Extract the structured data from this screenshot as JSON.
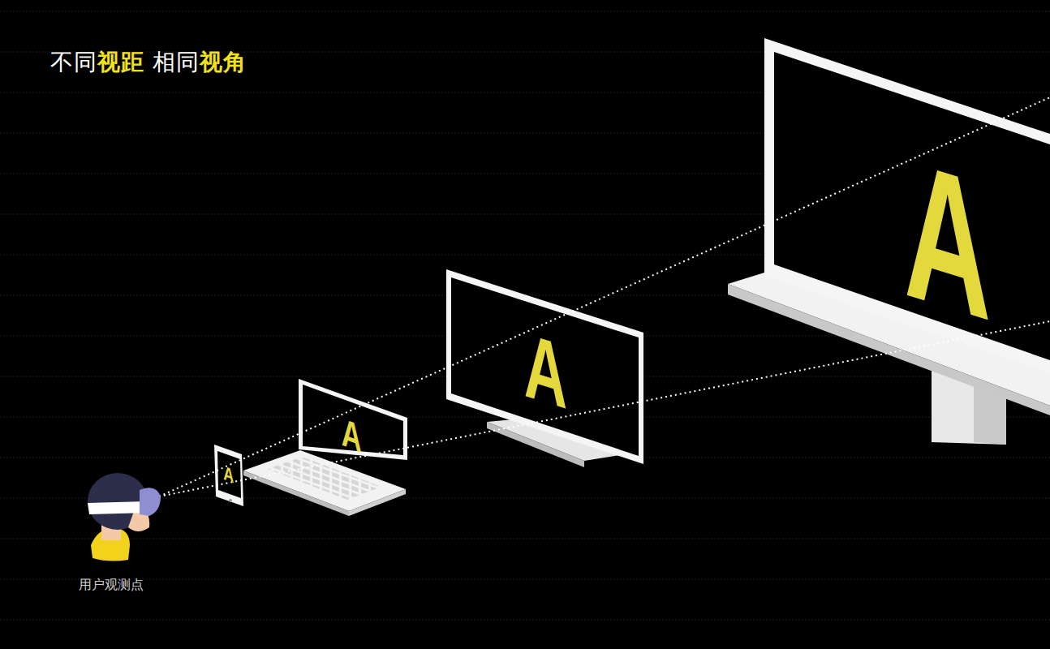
{
  "diagram": {
    "title": "不同视距 相同视角",
    "labels": [
      "A",
      "A",
      "A",
      "A",
      "用户观测点"
    ]
  }
}
